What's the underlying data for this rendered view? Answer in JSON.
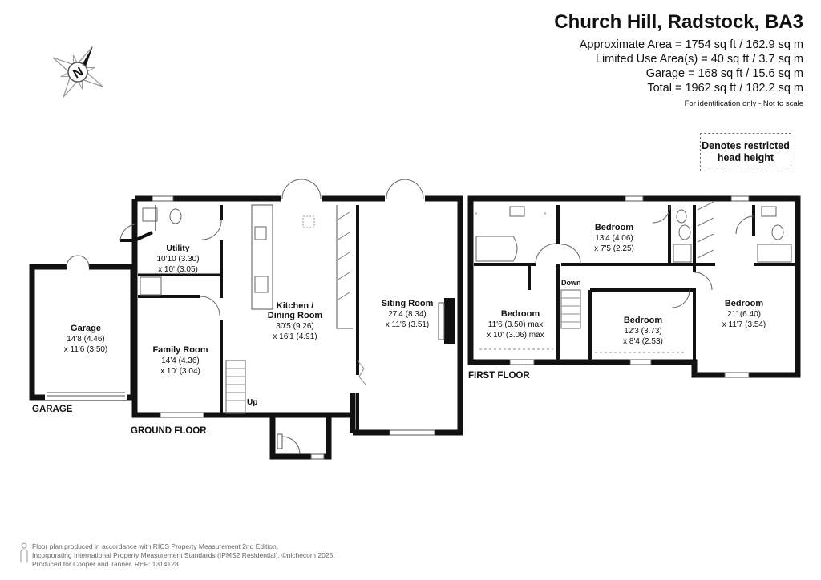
{
  "header": {
    "title": "Church Hill, Radstock, BA3",
    "lines": [
      "Approximate Area = 1754 sq ft / 162.9 sq m",
      "Limited Use Area(s) = 40 sq ft / 3.7 sq m",
      "Garage = 168 sq ft / 15.6 sq m",
      "Total = 1962 sq ft / 182.2 sq m"
    ],
    "disclaimer": "For identification only - Not to scale"
  },
  "compass": {
    "letter": "N"
  },
  "legend": {
    "line1": "Denotes restricted",
    "line2": "head height"
  },
  "floors": {
    "garage": "GARAGE",
    "ground": "GROUND FLOOR",
    "first": "FIRST FLOOR"
  },
  "rooms": {
    "garage": {
      "name": "Garage",
      "dim1": "14'8 (4.46)",
      "dim2": "x 11'6 (3.50)"
    },
    "utility": {
      "name": "Utility",
      "dim1": "10'10 (3.30)",
      "dim2": "x 10' (3.05)"
    },
    "family": {
      "name": "Family Room",
      "dim1": "14'4 (4.36)",
      "dim2": "x 10' (3.04)"
    },
    "kitchen": {
      "name": "Kitchen /",
      "name2": "Dining Room",
      "dim1": "30'5 (9.26)",
      "dim2": "x 16'1 (4.91)"
    },
    "sitting": {
      "name": "Siting Room",
      "dim1": "27'4 (8.34)",
      "dim2": "x 11'6 (3.51)"
    },
    "bed1": {
      "name": "Bedroom",
      "dim1": "13'4 (4.06)",
      "dim2": "x 7'5 (2.25)"
    },
    "bed2": {
      "name": "Bedroom",
      "dim1": "11'6 (3.50) max",
      "dim2": "x 10' (3.06) max"
    },
    "bed3": {
      "name": "Bedroom",
      "dim1": "12'3 (3.73)",
      "dim2": "x 8'4 (2.53)"
    },
    "bed4": {
      "name": "Bedroom",
      "dim1": "21' (6.40)",
      "dim2": "x 11'7 (3.54)"
    }
  },
  "stairs": {
    "up": "Up",
    "down": "Down"
  },
  "footer": {
    "line1": "Floor plan produced in accordance with RICS Property Measurement 2nd Edition,",
    "line2": "Incorporating International Property Measurement Standards (IPMS2 Residential).  ©nichecom 2025.",
    "line3": "Produced for Cooper and Tanner.   REF: 1314128"
  }
}
